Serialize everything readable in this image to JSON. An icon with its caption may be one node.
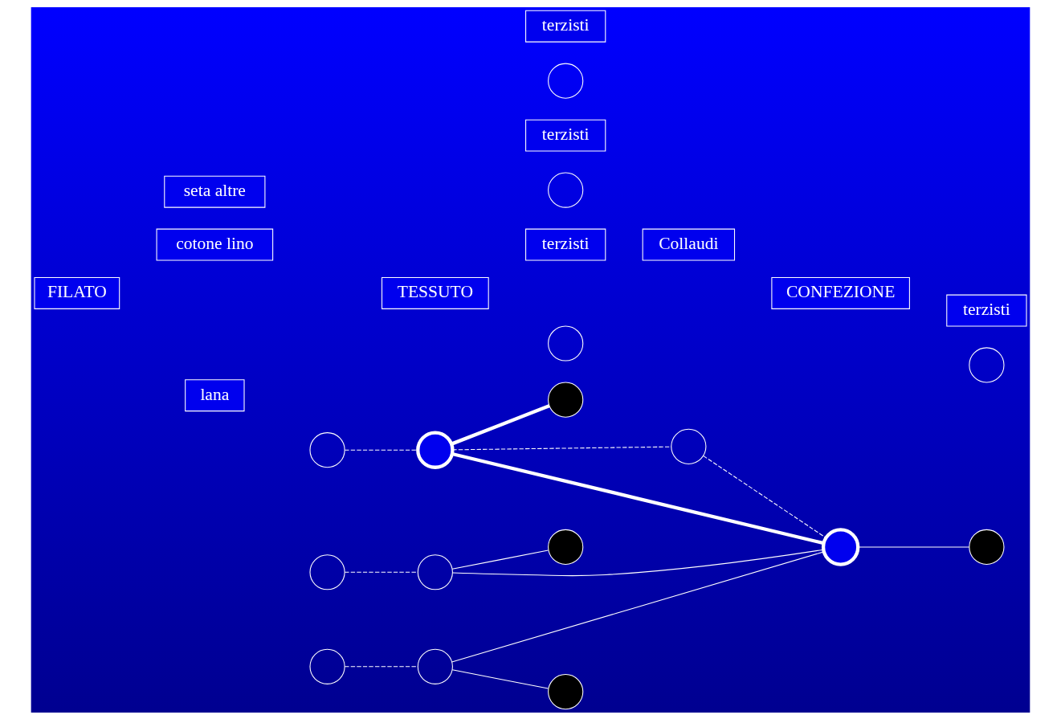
{
  "diagram": {
    "nodes": [
      {
        "text": [
          "FILATO"
        ]
      },
      {
        "text": [
          "TESSUTO"
        ]
      },
      {
        "text": [
          "CONFEZIONE"
        ]
      },
      {
        "text": [
          "lana"
        ]
      },
      {
        "text": [
          "cotone lino"
        ]
      },
      {
        "text": [
          "seta altre"
        ]
      },
      {
        "text": [],
        "shape": "circle"
      },
      {
        "text": [],
        "shape": "circle"
      },
      {
        "text": [],
        "shape": "circle"
      },
      {
        "text": [],
        "shape": "circle"
      },
      {
        "text": [
          "terzisti"
        ]
      },
      {
        "text": [],
        "shape": "circle"
      },
      {
        "text": [
          "Collaudi"
        ]
      },
      {
        "text": [],
        "shape": "circle"
      },
      {
        "text": [],
        "shape": "circle"
      },
      {
        "text": [],
        "shape": "circle"
      },
      {
        "text": [],
        "shape": "circle"
      },
      {
        "text": [
          "terzisti"
        ]
      },
      {
        "text": [],
        "shape": "circle"
      },
      {
        "text": [],
        "shape": "circle"
      },
      {
        "text": [],
        "shape": "circle"
      },
      {
        "text": [
          "terzisti"
        ]
      },
      {
        "text": [],
        "shape": "circle"
      },
      {
        "text": [],
        "shape": "circle"
      },
      {
        "text": [],
        "shape": "circle"
      },
      {
        "text": [],
        "shape": "circle"
      },
      {
        "text": [
          "terzisti"
        ]
      }
    ],
    "edges": [
      {
        "from": 6,
        "to": 7,
        "arrow": "none",
        "style": "dashed"
      },
      {
        "from": 7,
        "to": 9,
        "arrow": "none",
        "style": "thick"
      },
      {
        "from": 7,
        "to": 11,
        "arrow": "none",
        "style": "dashed"
      },
      {
        "from": 11,
        "to": 18,
        "arrow": "none",
        "style": "dashed"
      },
      {
        "from": 7,
        "to": 18,
        "arrow": "none",
        "style": "thick"
      },
      {
        "from": 13,
        "to": 14,
        "arrow": "none",
        "style": "dashed"
      },
      {
        "from": 14,
        "to": 16,
        "arrow": "none"
      },
      {
        "from": 14,
        "to": 18,
        "arrow": "none"
      },
      {
        "from": 18,
        "to": 20,
        "arrow": "none"
      },
      {
        "from": 22,
        "to": 23,
        "arrow": "none",
        "style": "dashed"
      },
      {
        "from": 23,
        "to": 25,
        "arrow": "none"
      },
      {
        "from": 23,
        "to": 18,
        "arrow": "none"
      }
    ]
  }
}
